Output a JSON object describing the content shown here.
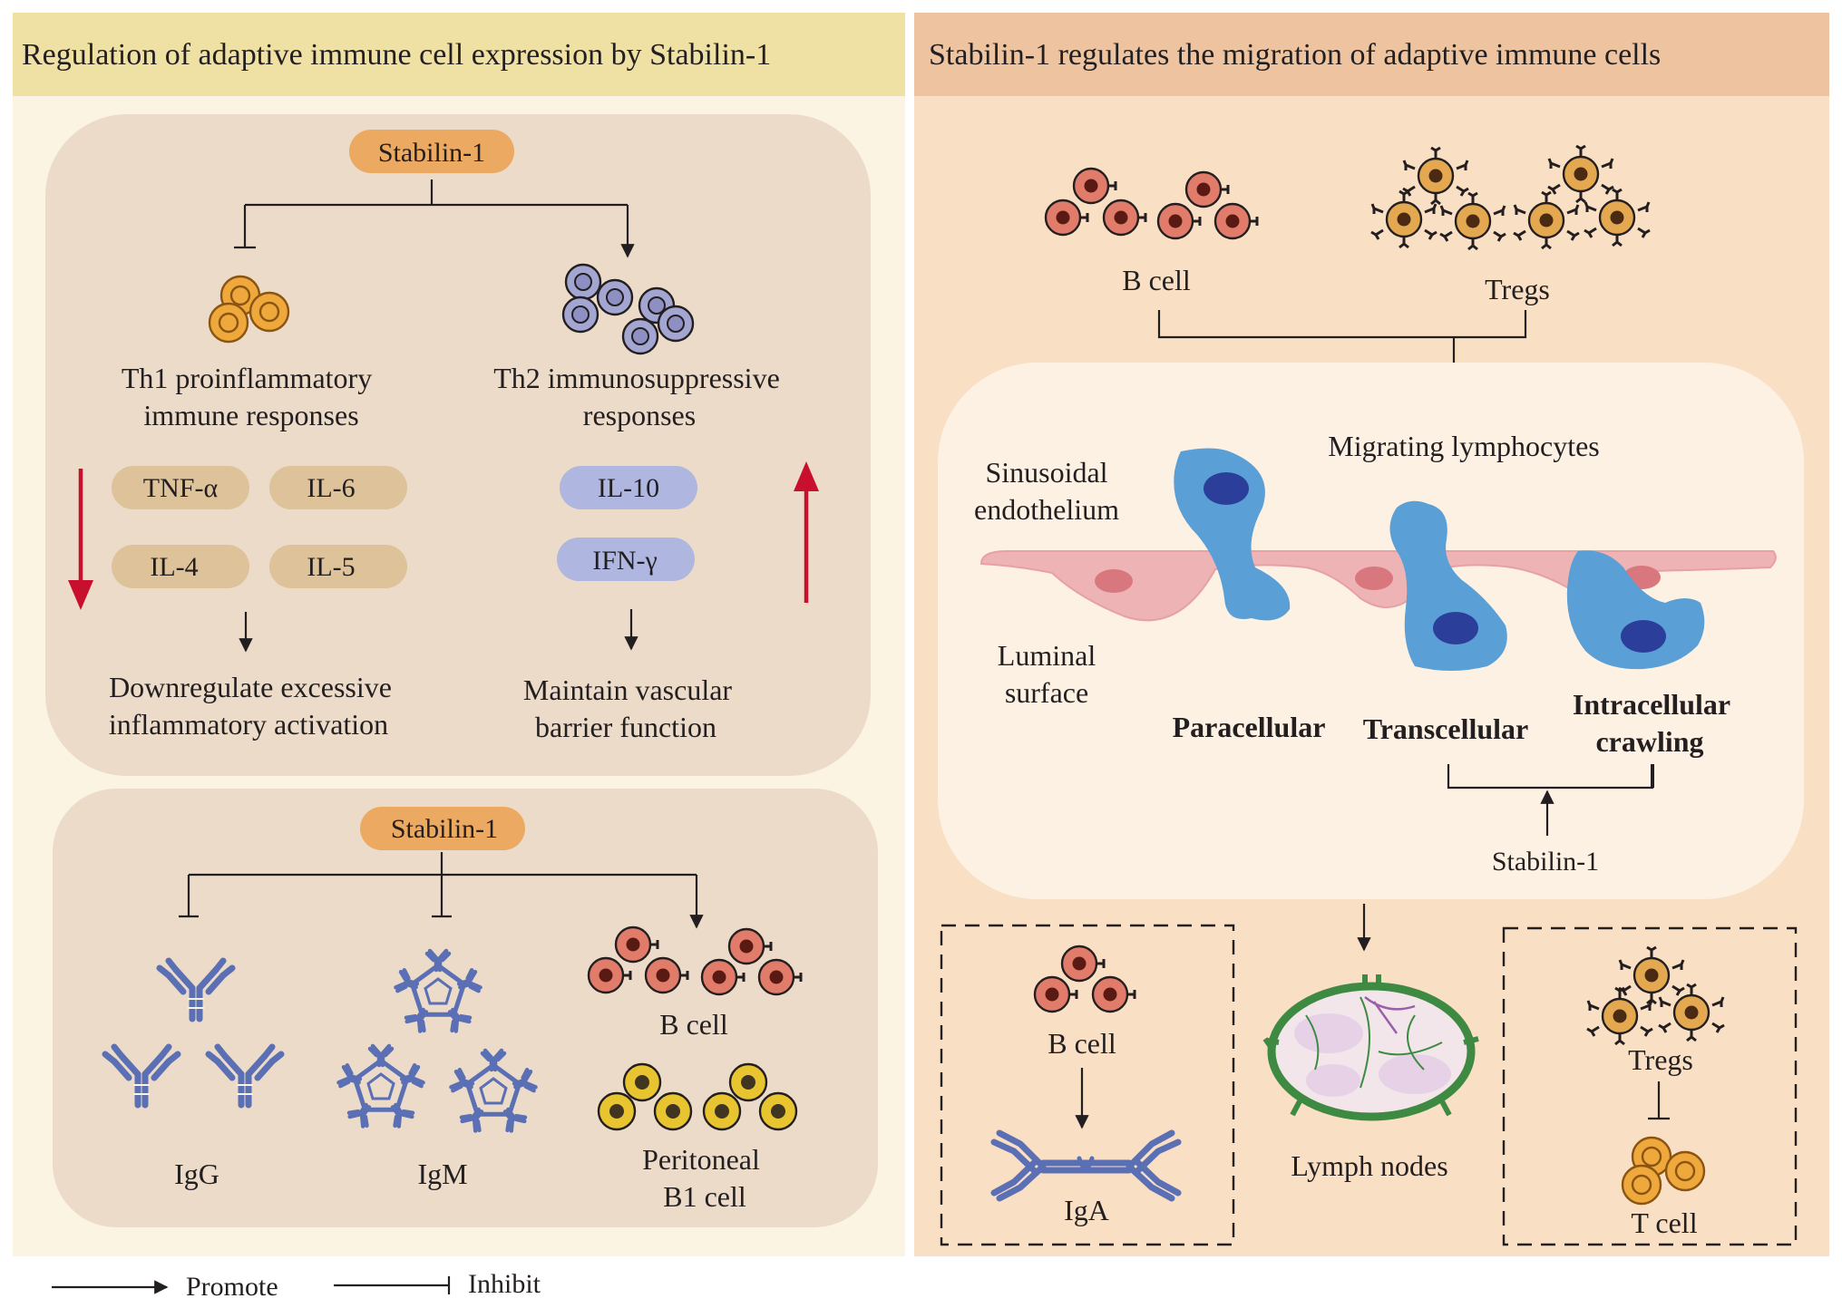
{
  "left_panel": {
    "title": "Regulation of adaptive immune cell expression by Stabilin-1",
    "top_box": {
      "stabilin": "Stabilin-1",
      "th1": [
        "Th1 proinflammatory",
        "immune responses"
      ],
      "th2": [
        "Th2 immunosuppressive",
        "responses"
      ],
      "cytokines_down": [
        "TNF-α",
        "IL-6",
        "IL-4",
        "IL-5"
      ],
      "cytokines_up": [
        "IL-10",
        "IFN-γ"
      ],
      "outcome_left": [
        "Downregulate excessive",
        "inflammatory activation"
      ],
      "outcome_right": [
        "Maintain vascular",
        "barrier function"
      ]
    },
    "bottom_box": {
      "stabilin": "Stabilin-1",
      "igg": "IgG",
      "igm": "IgM",
      "bcell": "B cell",
      "b1": [
        "Peritoneal",
        "B1 cell"
      ]
    }
  },
  "right_panel": {
    "title": "Stabilin-1 regulates the migration of adaptive immune cells",
    "bcell": "B cell",
    "tregs": "Tregs",
    "migrating": "Migrating lymphocytes",
    "sinusoidal": [
      "Sinusoidal",
      "endothelium"
    ],
    "luminal": [
      "Luminal",
      "surface"
    ],
    "paracellular": "Paracellular",
    "transcellular": "Transcellular",
    "intracellular": [
      "Intracellular",
      "crawling"
    ],
    "stabilin": "Stabilin-1",
    "bottom_left": {
      "bcell": "B cell",
      "iga": "IgA"
    },
    "lymph": "Lymph nodes",
    "bottom_right": {
      "tregs": "Tregs",
      "tcell": "T cell"
    }
  },
  "legend": {
    "promote": "Promote",
    "inhibit": "Inhibit"
  },
  "colors": {
    "left_bg": "#fbf4e3",
    "left_header": "#efe0a4",
    "left_box": "#ebdbc8",
    "right_bg": "#f9dfc3",
    "right_header": "#eec4a0",
    "right_inner": "#fdf1e4",
    "stabilin_pill": "#eba961",
    "down_pill": "#ddc29a",
    "up_pill": "#afb6df",
    "red_arrow": "#c8102e",
    "bcell": "#e27c6a",
    "treg": "#e4a850",
    "tcell": "#efa83b",
    "b1cell": "#e8c430",
    "th2cell": "#a4a6d2",
    "antibody": "#5b6fb5",
    "endo": "#eeb3b5",
    "lymphocyte": "#5a9fd6",
    "lymph_node": "#3f8a43"
  }
}
